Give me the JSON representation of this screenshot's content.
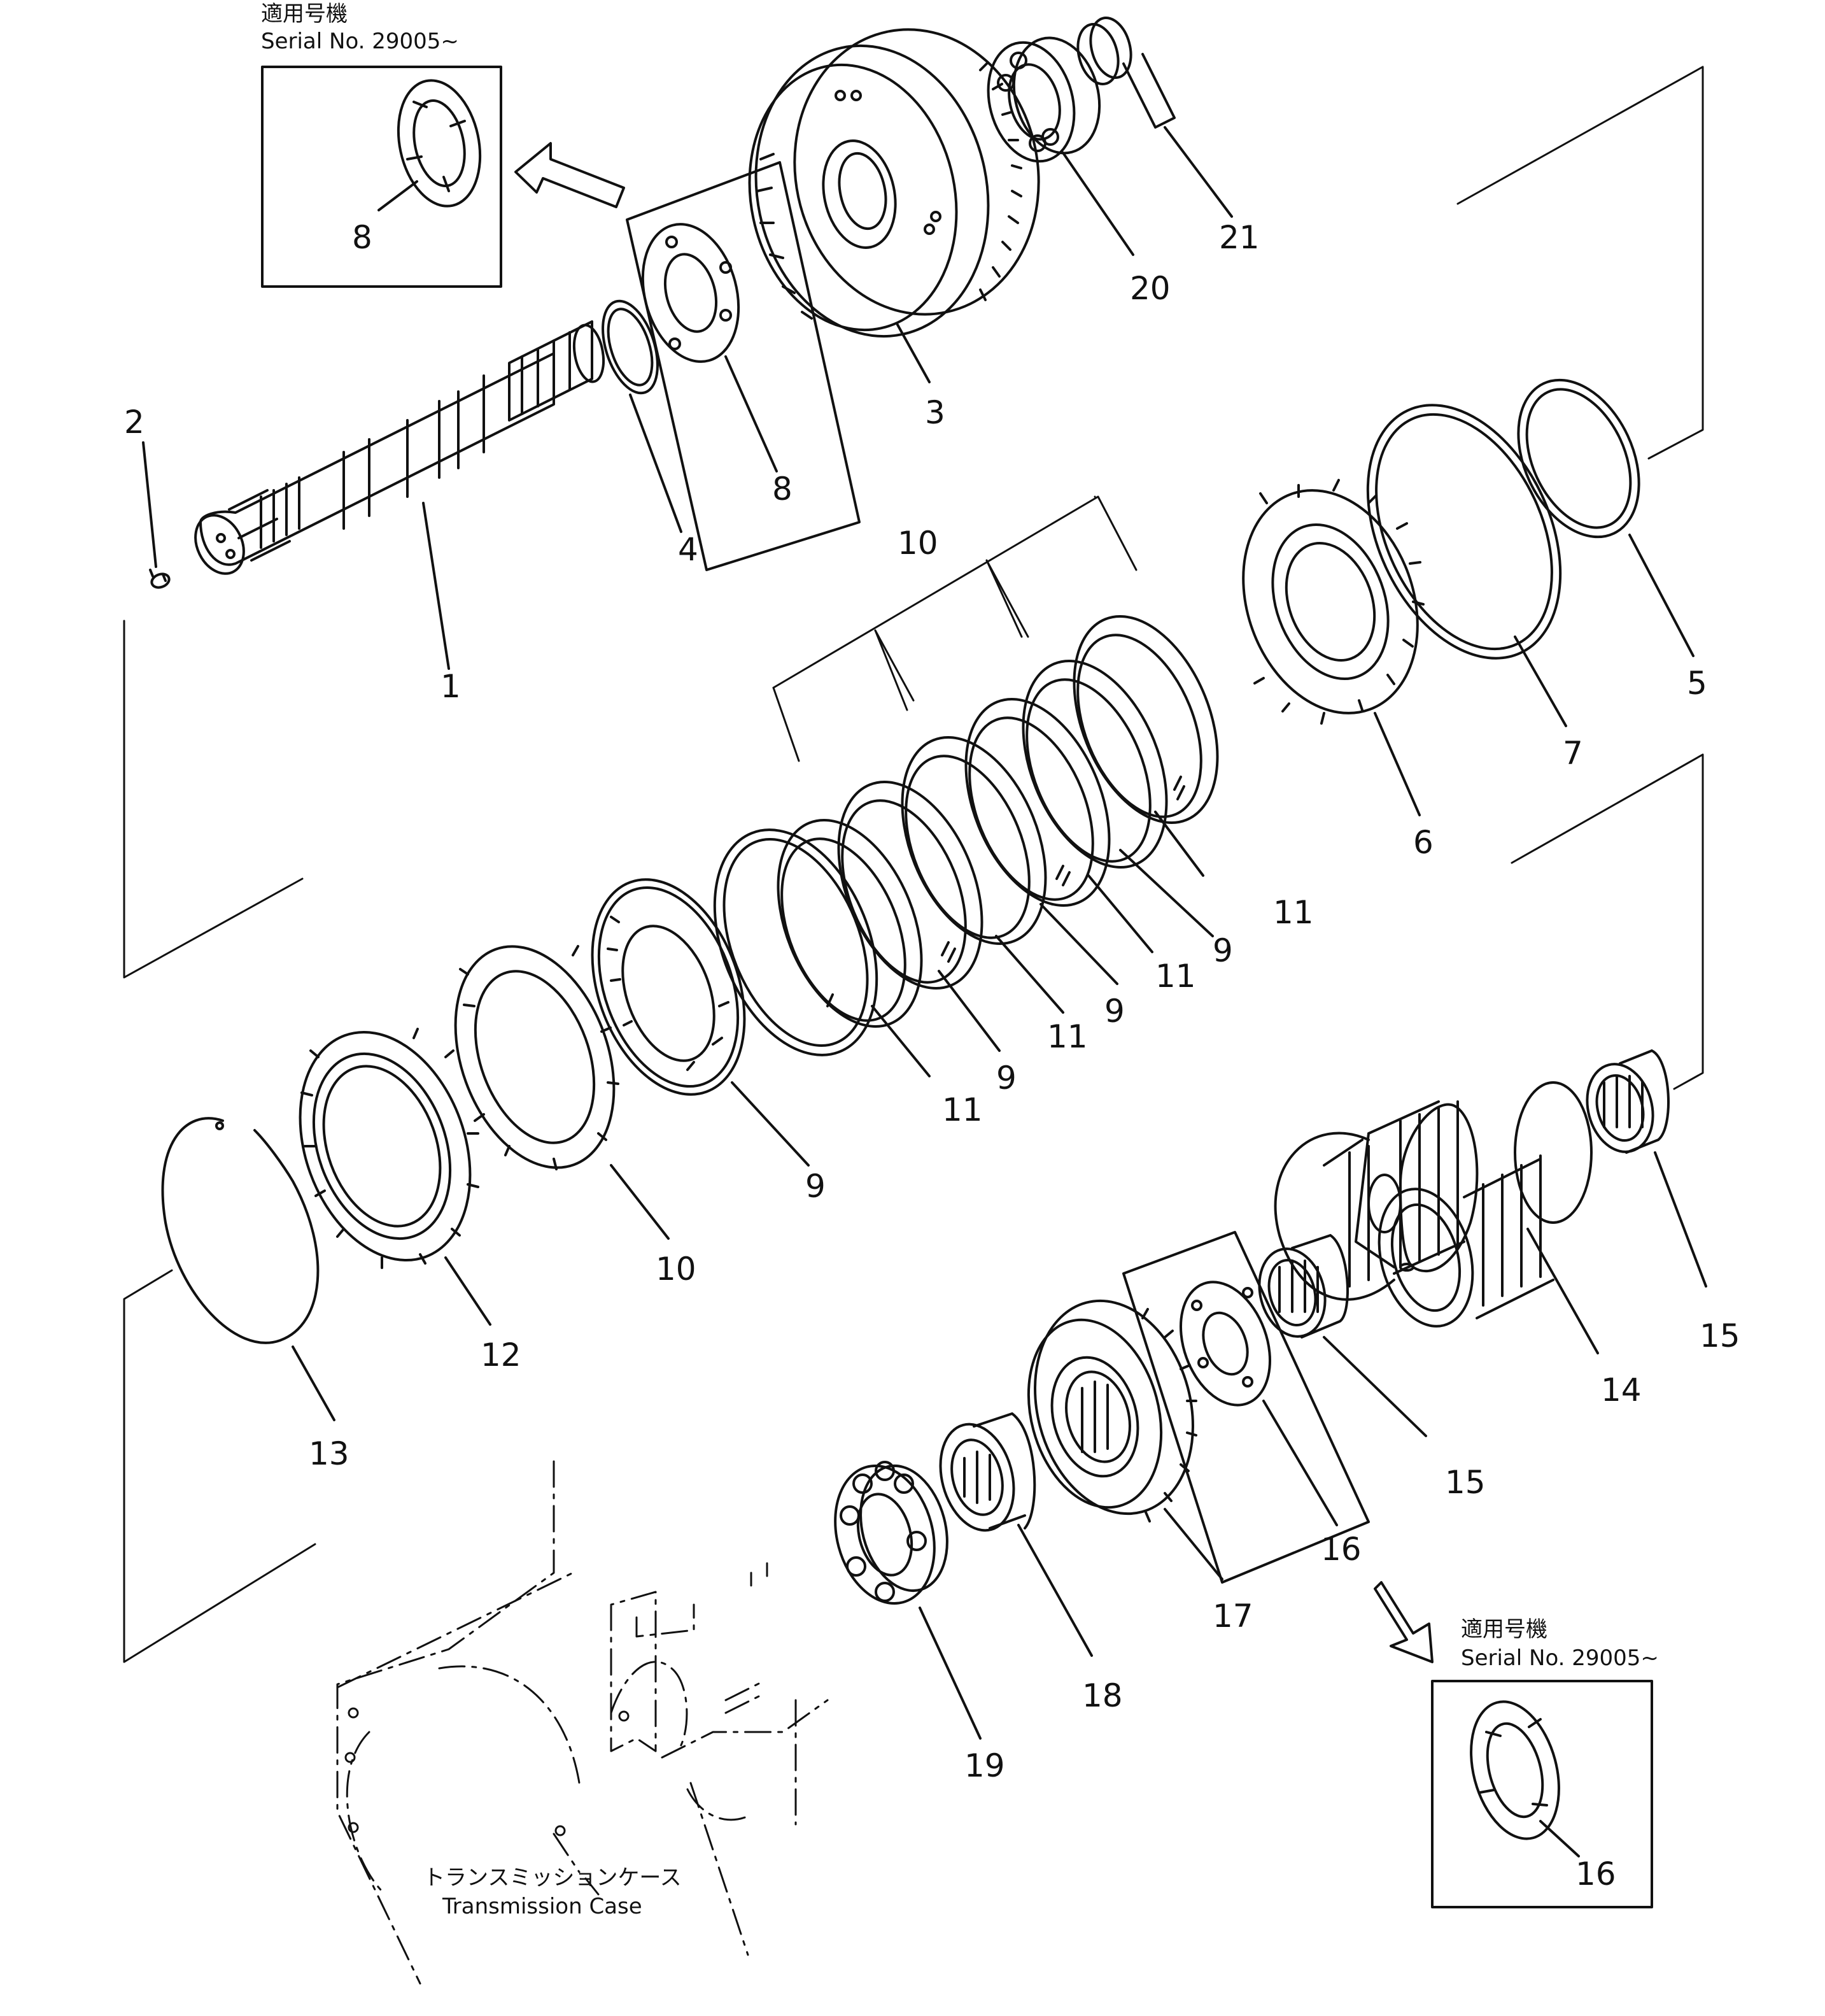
{
  "insets": {
    "top": {
      "title_jp": "適用号機",
      "serial": "Serial No. 29005~",
      "part": "8"
    },
    "bottom": {
      "title_jp": "適用号機",
      "serial": "Serial No. 29005~",
      "part": "16"
    }
  },
  "case_label": {
    "jp": "トランスミッションケース",
    "en": "Transmission Case"
  },
  "callouts": {
    "p1": "1",
    "p2": "2",
    "p3": "3",
    "p4": "4",
    "p5": "5",
    "p6": "6",
    "p7": "7",
    "p8": "8",
    "p9a": "9",
    "p9b": "9",
    "p9c": "9",
    "p9d": "9",
    "p10top": "10",
    "p10": "10",
    "p11a": "11",
    "p11b": "11",
    "p11c": "11",
    "p11d": "11",
    "p12": "12",
    "p13": "13",
    "p14": "14",
    "p15a": "15",
    "p15b": "15",
    "p16": "16",
    "p17": "17",
    "p18": "18",
    "p19": "19",
    "p20": "20",
    "p21": "21"
  }
}
